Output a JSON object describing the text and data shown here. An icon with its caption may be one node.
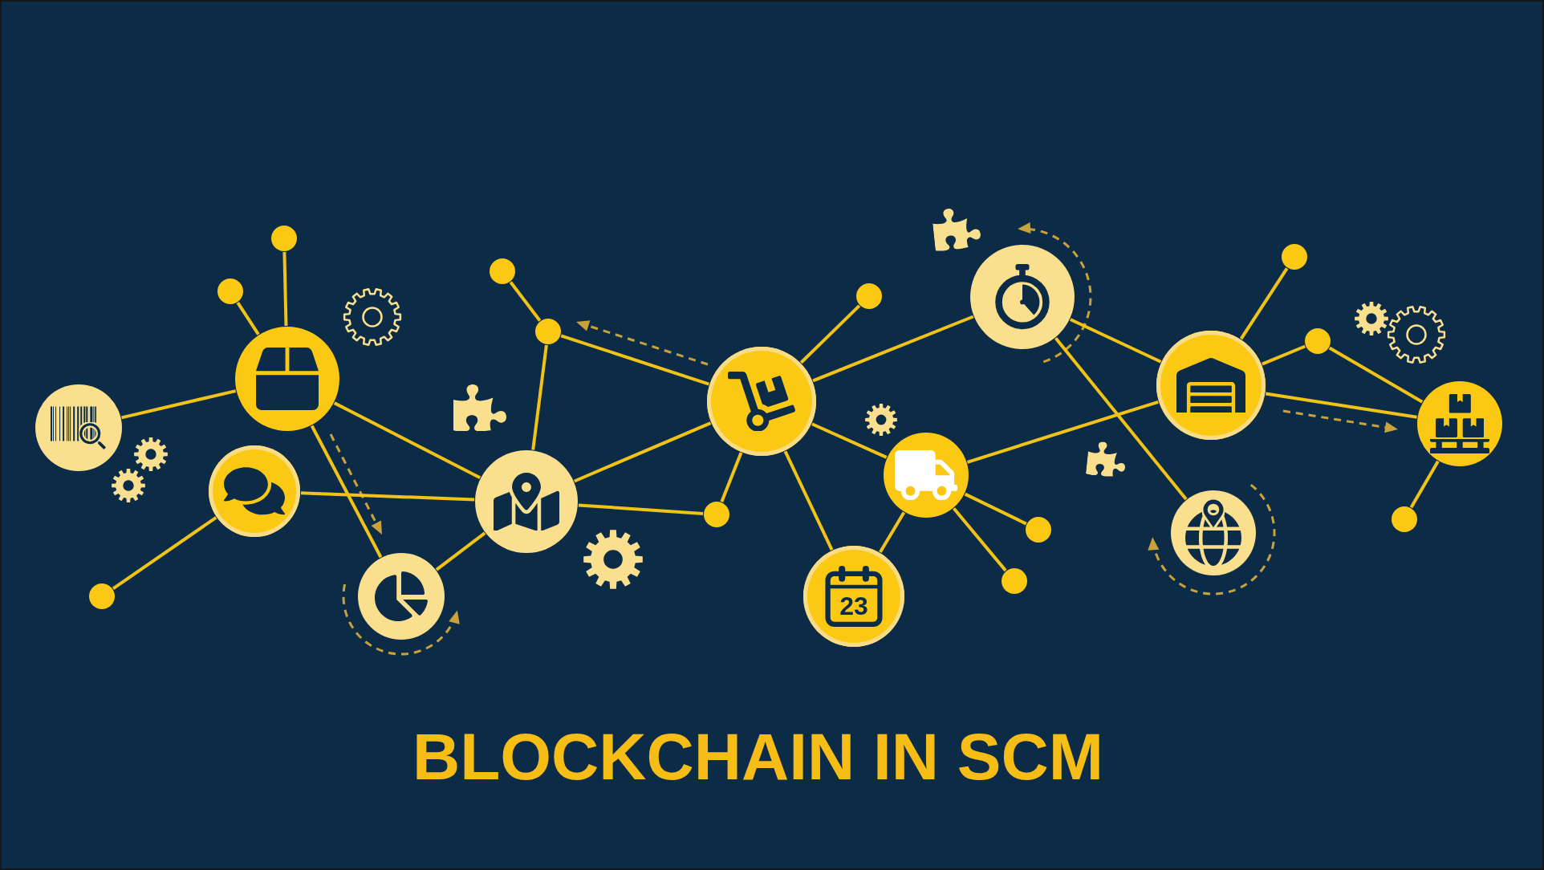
{
  "diagram": {
    "title": "BLOCKCHAIN IN SCM",
    "nodes": [
      {
        "text": [],
        "shape": "circle"
      },
      {
        "text": [],
        "shape": "circle"
      },
      {
        "text": [],
        "shape": "circle"
      },
      {
        "text": [],
        "shape": "circle"
      },
      {
        "text": [],
        "shape": "circle"
      },
      {
        "text": [],
        "shape": "circle"
      },
      {
        "text": [],
        "shape": "circle"
      },
      {
        "text": [],
        "shape": "circle"
      },
      {
        "text": [],
        "shape": "circle"
      },
      {
        "text": [],
        "shape": "circle"
      },
      {
        "text": [],
        "shape": "circle"
      },
      {
        "text": [],
        "shape": "circle"
      },
      {
        "text": [],
        "shape": "circle"
      },
      {
        "text": [
          "23"
        ]
      },
      {
        "text": [],
        "shape": "circle"
      },
      {
        "text": [],
        "shape": "circle"
      },
      {
        "text": [],
        "shape": "circle"
      },
      {
        "text": [],
        "shape": "circle"
      },
      {
        "text": [],
        "shape": "circle"
      },
      {
        "text": [],
        "shape": "circle"
      },
      {
        "text": [],
        "shape": "circle"
      },
      {
        "text": [],
        "shape": "circle"
      },
      {
        "text": [],
        "shape": "circle"
      },
      {
        "text": [],
        "shape": "circle"
      }
    ],
    "edges": [
      {
        "from": 3,
        "to": 0,
        "arrow": "none"
      },
      {
        "from": 3,
        "to": 1,
        "arrow": "none"
      },
      {
        "from": 2,
        "to": 3,
        "arrow": "none"
      },
      {
        "from": 3,
        "to": 9,
        "arrow": "none"
      },
      {
        "from": 3,
        "to": 6,
        "arrow": "none"
      },
      {
        "from": 4,
        "to": 9,
        "arrow": "none"
      },
      {
        "from": 4,
        "to": 5,
        "arrow": "none"
      },
      {
        "from": 6,
        "to": 9,
        "arrow": "none"
      },
      {
        "from": 9,
        "to": 8,
        "arrow": "none"
      },
      {
        "from": 8,
        "to": 7,
        "arrow": "none"
      },
      {
        "from": 8,
        "to": 10,
        "arrow": "none"
      },
      {
        "from": 9,
        "to": 10,
        "arrow": "none"
      },
      {
        "from": 9,
        "to": 11,
        "arrow": "none"
      },
      {
        "from": 11,
        "to": 10,
        "arrow": "none"
      },
      {
        "from": 10,
        "to": 12,
        "arrow": "none"
      },
      {
        "from": 10,
        "to": 17,
        "arrow": "none"
      },
      {
        "from": 10,
        "to": 14,
        "arrow": "none"
      },
      {
        "from": 10,
        "to": 13,
        "arrow": "none"
      },
      {
        "from": 14,
        "to": 13,
        "arrow": "none"
      },
      {
        "from": 14,
        "to": 15,
        "arrow": "none"
      },
      {
        "from": 14,
        "to": 16,
        "arrow": "none"
      },
      {
        "from": 14,
        "to": 18,
        "arrow": "none"
      },
      {
        "from": 17,
        "to": 18,
        "arrow": "none"
      },
      {
        "from": 17,
        "to": 19,
        "arrow": "none"
      },
      {
        "from": 18,
        "to": 20,
        "arrow": "none"
      },
      {
        "from": 18,
        "to": 21,
        "arrow": "none"
      },
      {
        "from": 21,
        "to": 22,
        "arrow": "none"
      },
      {
        "from": 18,
        "to": 22,
        "arrow": "none"
      },
      {
        "from": 22,
        "to": 23,
        "arrow": "none"
      }
    ]
  }
}
